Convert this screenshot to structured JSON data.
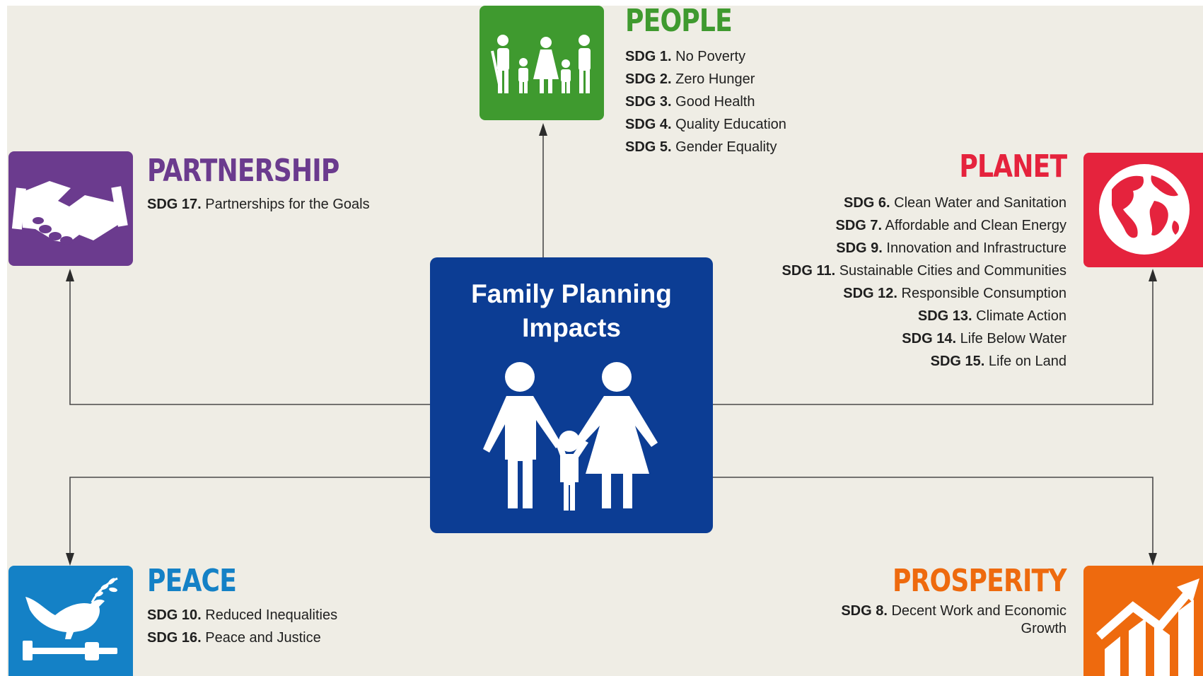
{
  "center": {
    "title_line1": "Family Planning",
    "title_line2": "Impacts",
    "icon": "family-icon"
  },
  "colors": {
    "background": "#efede5",
    "center": "#0c3d94",
    "people": "#3f9a2f",
    "partnership": "#6b3b8e",
    "planet": "#e5233d",
    "peace": "#1481c6",
    "prosperity": "#ee6a0e",
    "connector": "#4a4a4a"
  },
  "people": {
    "heading": "PEOPLE",
    "icon": "family-group-icon",
    "goals": [
      {
        "num": "SDG 1.",
        "label": "No Poverty"
      },
      {
        "num": "SDG 2.",
        "label": "Zero Hunger"
      },
      {
        "num": "SDG 3.",
        "label": "Good Health"
      },
      {
        "num": "SDG 4.",
        "label": "Quality Education"
      },
      {
        "num": "SDG 5.",
        "label": "Gender Equality"
      }
    ]
  },
  "partnership": {
    "heading": "PARTNERSHIP",
    "icon": "handshake-icon",
    "goals": [
      {
        "num": "SDG 17.",
        "label": "Partnerships for the Goals"
      }
    ]
  },
  "planet": {
    "heading": "PLANET",
    "icon": "globe-icon",
    "goals": [
      {
        "num": "SDG 6.",
        "label": "Clean Water and Sanitation"
      },
      {
        "num": "SDG 7.",
        "label": "Affordable and Clean Energy"
      },
      {
        "num": "SDG 9.",
        "label": "Innovation and Infrastructure"
      },
      {
        "num": "SDG 11.",
        "label": "Sustainable Cities and Communities"
      },
      {
        "num": "SDG 12.",
        "label": "Responsible Consumption"
      },
      {
        "num": "SDG 13.",
        "label": "Climate Action"
      },
      {
        "num": "SDG 14.",
        "label": "Life Below Water"
      },
      {
        "num": "SDG 15.",
        "label": "Life on Land"
      }
    ]
  },
  "peace": {
    "heading": "PEACE",
    "icon": "dove-gavel-icon",
    "goals": [
      {
        "num": "SDG 10.",
        "label": "Reduced Inequalities"
      },
      {
        "num": "SDG 16.",
        "label": "Peace and Justice"
      }
    ]
  },
  "prosperity": {
    "heading": "PROSPERITY",
    "icon": "growth-chart-icon",
    "goal": {
      "num": "SDG 8.",
      "label_line1": "Decent Work and Economic",
      "label_line2": "Growth"
    }
  }
}
